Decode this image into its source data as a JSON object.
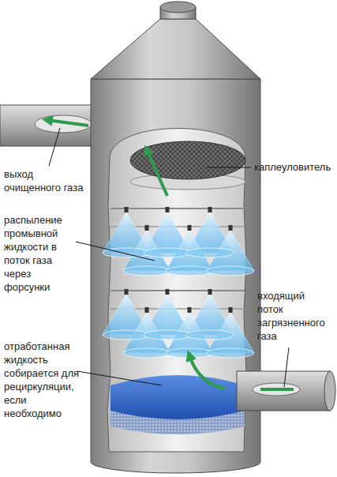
{
  "diagram": {
    "labels": [
      "выход очищенного газа",
      "каплеуловитель",
      "распыление промывной жидкости в поток газа через форсунки",
      "входящий поток загрязненного газа",
      "отработанная жидкость собирается для рециркуляции, если необходимо"
    ]
  }
}
